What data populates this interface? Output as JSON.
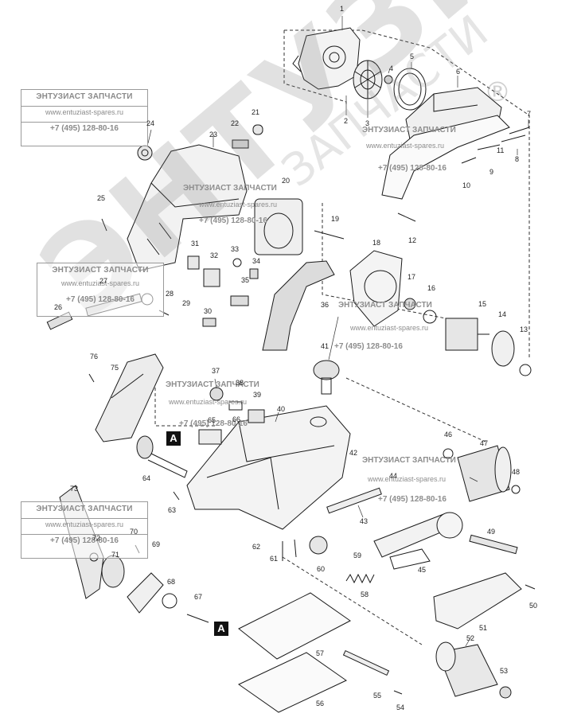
{
  "watermark": {
    "title": "ЭНТУЗИАСТ ЗАПЧАСТИ",
    "site": "www.entuziast-spares.ru",
    "phone": "+7 (495) 128-80-16",
    "big_text": "ЭНТУЗИАСТ",
    "arc_text": "ЗАПЧАСТИ",
    "registered_mark": "®"
  },
  "callouts": {
    "a_label": "A"
  },
  "part_numbers": [
    "1",
    "2",
    "3",
    "4",
    "5",
    "6",
    "7",
    "8",
    "9",
    "10",
    "11",
    "12",
    "13",
    "14",
    "15",
    "16",
    "17",
    "18",
    "19",
    "20",
    "21",
    "22",
    "23",
    "24",
    "25",
    "26",
    "27",
    "28",
    "29",
    "30",
    "31",
    "32",
    "33",
    "34",
    "35",
    "36",
    "37",
    "38",
    "39",
    "40",
    "41",
    "42",
    "43",
    "44",
    "45",
    "46",
    "47",
    "48",
    "49",
    "50",
    "51",
    "52",
    "53",
    "54",
    "55",
    "56",
    "57",
    "58",
    "59",
    "60",
    "61",
    "62",
    "63",
    "64",
    "65",
    "66",
    "67",
    "68",
    "69",
    "70",
    "71",
    "72",
    "73",
    "75",
    "76"
  ]
}
